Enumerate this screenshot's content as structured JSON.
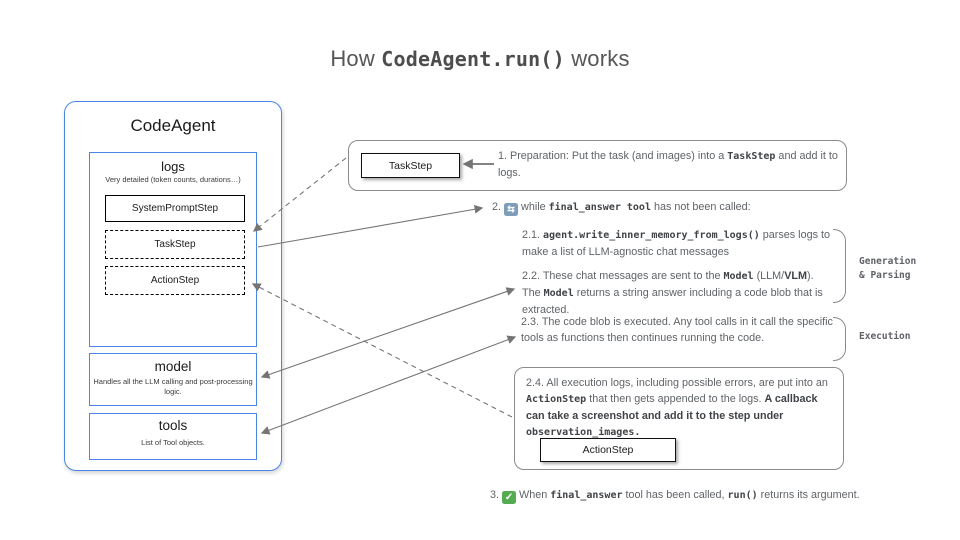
{
  "icons": {
    "loop": "⇆",
    "check": "✓"
  },
  "colors": {
    "accent_blue": "#4a86e8",
    "box_border_grey": "#8b8b8b",
    "body_text_grey": "#5f6368",
    "check_green": "#55ab52",
    "loop_icon_blue": "#7e9db8"
  },
  "title": {
    "pre": "How ",
    "code": "CodeAgent.run()",
    "post": " works"
  },
  "agent": {
    "title": "CodeAgent",
    "logs": {
      "title": "logs",
      "subtitle": "Very detailed (token counts, durations…)",
      "items": [
        "SystemPromptStep",
        "TaskStep",
        "ActionStep"
      ]
    },
    "model": {
      "title": "model",
      "subtitle": "Handles all the LLM calling and post-processing logic."
    },
    "tools": {
      "title": "tools",
      "subtitle": "List of Tool objects."
    }
  },
  "flow": {
    "step1": {
      "box": "TaskStep",
      "t1": "1.  Preparation: Put the task (and images) into a ",
      "c1": "TaskStep",
      "t2": " and add it to logs."
    },
    "step2": {
      "n": "2.",
      "t1": "while ",
      "c1": "final_answer tool",
      "t2": " has not been called:"
    },
    "s21": {
      "t1": "2.1. ",
      "c1": "agent.write_inner_memory_from_logs()",
      "t2": " parses logs to make a list of LLM-agnostic chat messages"
    },
    "s22": {
      "t1": "2.2. These chat messages are sent to the ",
      "c1": "Model",
      "t2": " (LLM/",
      "b1": "VLM",
      "t3": "). The ",
      "c2": "Model",
      "t4": " returns a string answer including a code blob that is extracted."
    },
    "s23": {
      "t1": "2.3. The code blob is executed. Any tool calls in it call the specific tools as functions then continues running the code."
    },
    "s24": {
      "t1": "2.4. All execution logs, including possible errors, are put into an ",
      "c1": "ActionStep",
      "t2": " that then gets appended to the logs. ",
      "b1": "A callback can take a screenshot and add it to the step under ",
      "c2": "observation_images.",
      "box": "ActionStep"
    },
    "step3": {
      "n": "3.",
      "t1": "When ",
      "c1": "final_answer",
      "t2": " tool has been called, ",
      "c2": "run()",
      "t3": " returns its argument."
    },
    "labels": {
      "gen1": "Generation",
      "gen2": "& Parsing",
      "exec": "Execution"
    }
  }
}
